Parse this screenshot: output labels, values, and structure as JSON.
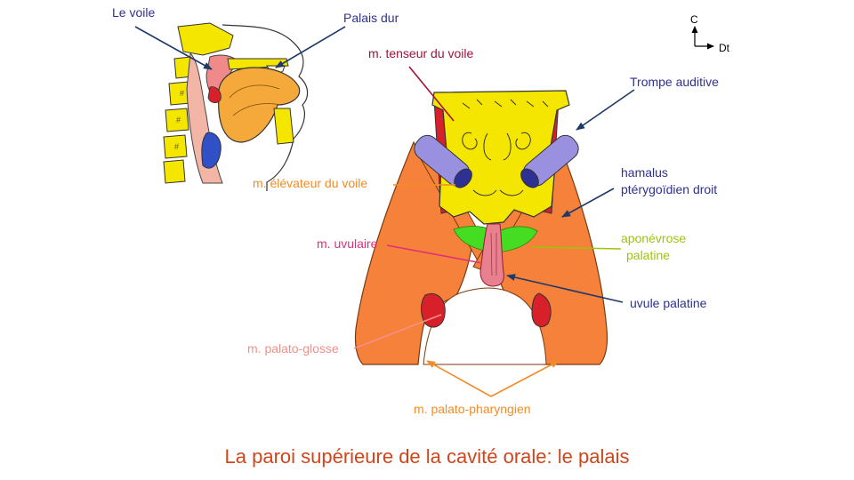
{
  "labels": {
    "le_voile": "Le voile",
    "palais_dur": "Palais dur",
    "tenseur": "m. tenseur du voile",
    "trompe": "Trompe auditive",
    "hamalus_l1": "hamalus",
    "hamalus_l2": "ptérygoïdien droit",
    "elevateur": "m. élévateur du voile",
    "uvulaire": "m. uvulaire",
    "aponevrose_l1": "aponévrose",
    "aponevrose_l2": "palatine",
    "uvule": "uvule palatine",
    "palato_glosse": "m. palato-glosse",
    "palato_pharyngien": "m. palato-pharyngien"
  },
  "orientation": {
    "up": "C",
    "right": "Dt"
  },
  "title": "La paroi supérieure de la cavité orale: le palais",
  "colors": {
    "navy": "#1f3a68",
    "label_blue": "#2e3192",
    "dark_red": "#a3123a",
    "orange": "#f28c28",
    "pink": "#e0307a",
    "lime": "#9dc40c",
    "salmon": "#f4908a",
    "title": "#d0461c",
    "bone_yellow": "#f5e600",
    "muscle_orange": "#f5813a",
    "muscle_red": "#d8202a",
    "tube_purple": "#9a90e0",
    "aponeurosis_green": "#44dd22",
    "uvula_pink": "#e9808e"
  }
}
